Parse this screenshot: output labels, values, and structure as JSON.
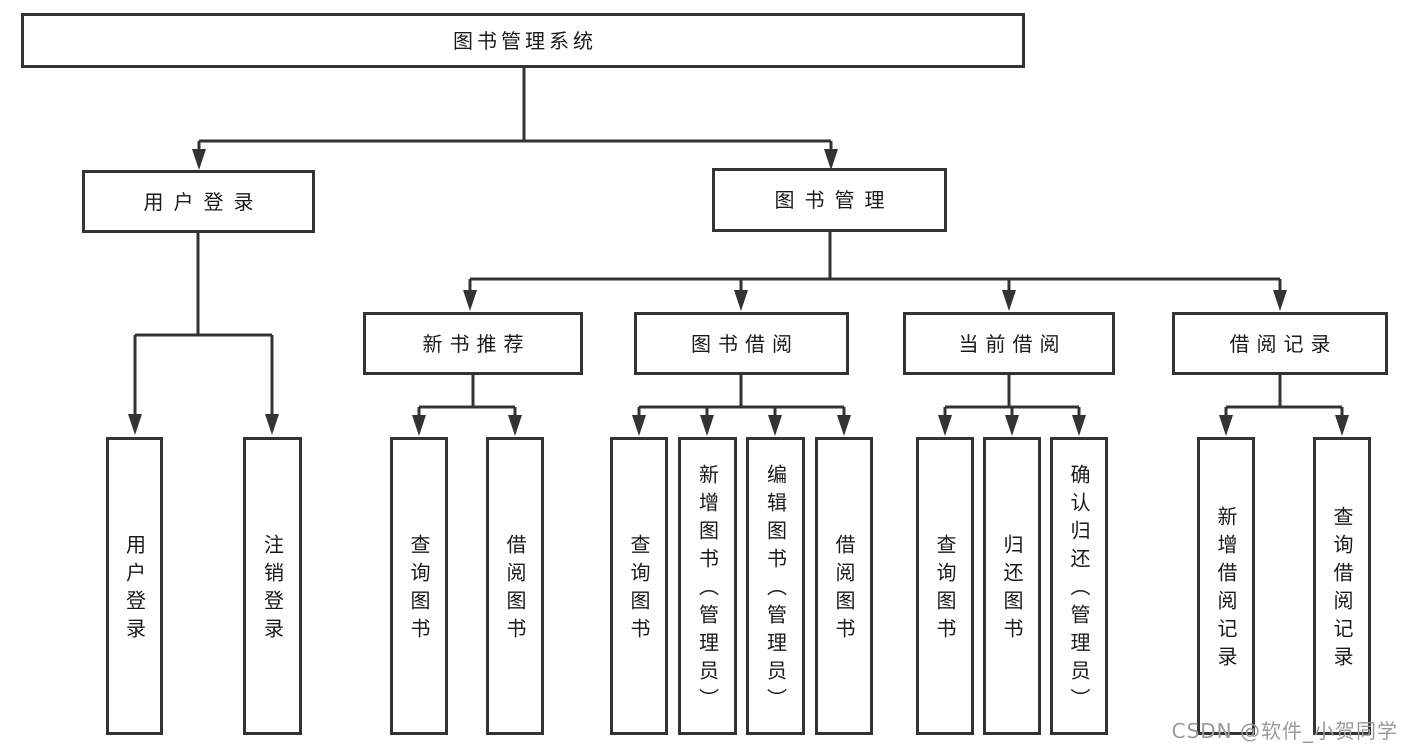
{
  "diagram": {
    "title": "图书管理系统",
    "level2": {
      "user_login": "用户登录",
      "book_mgmt": "图书管理"
    },
    "level3": {
      "new_book_rec": "新书推荐",
      "book_borrow": "图书借阅",
      "current_borrow": "当前借阅",
      "borrow_record": "借阅记录"
    },
    "leaves": {
      "user_login": "用户登录",
      "logout": "注销登录",
      "rec_query_book": "查询图书",
      "rec_borrow_book": "借阅图书",
      "bor_query_book": "查询图书",
      "bor_add_book": "新增图书（管理员）",
      "bor_edit_book": "编辑图书（管理员）",
      "bor_borrow_book": "借阅图书",
      "cur_query_book": "查询图书",
      "cur_return_book": "归还图书",
      "cur_confirm_return": "确认归还（管理员）",
      "rec2_add_record": "新增借阅记录",
      "rec2_query_record": "查询借阅记录"
    }
  },
  "watermark": "CSDN @软件_小贺同学",
  "colors": {
    "line": "#333333",
    "text": "#1a1a1a",
    "background": "#ffffff",
    "watermark": "#9a9a9a"
  }
}
